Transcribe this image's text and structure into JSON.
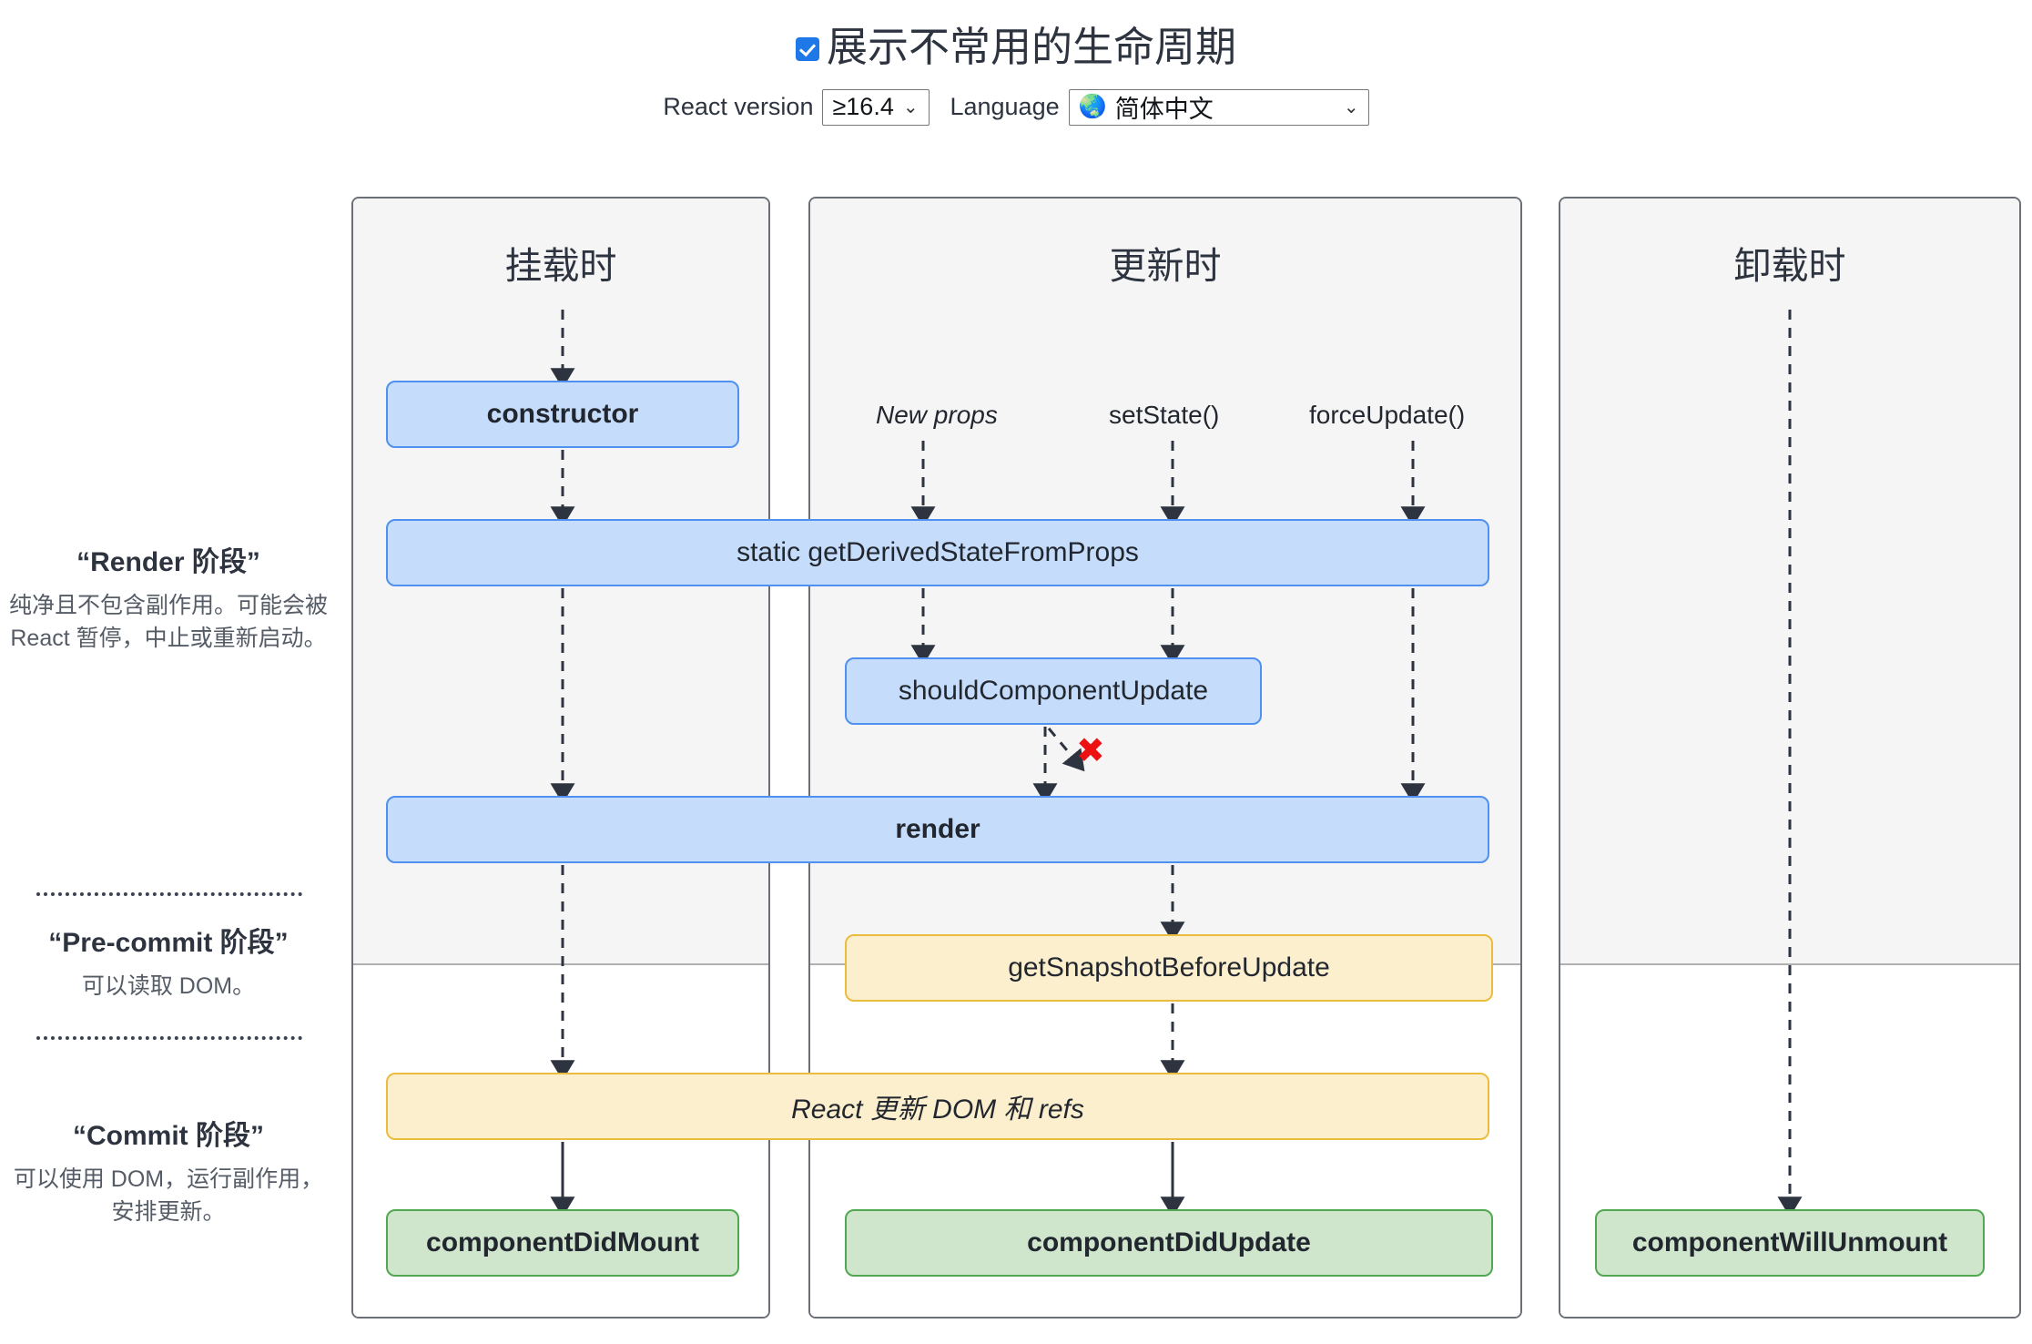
{
  "header": {
    "title": "展示不常用的生命周期",
    "checkbox_checked": true,
    "version_label": "React version",
    "version_value": "≥16.4",
    "language_label": "Language",
    "language_value": "简体中文",
    "globe_icon": "🌏",
    "caret_icon": "⌄"
  },
  "phases": [
    {
      "name": "“Render 阶段”",
      "desc": "纯净且不包含副作用。可能会被 React 暂停，中止或重新启动。"
    },
    {
      "name": "“Pre-commit 阶段”",
      "desc": "可以读取 DOM。"
    },
    {
      "name": "“Commit 阶段”",
      "desc": "可以使用 DOM，运行副作用，安排更新。"
    }
  ],
  "columns": [
    {
      "title": "挂载时"
    },
    {
      "title": "更新时"
    },
    {
      "title": "卸载时"
    }
  ],
  "triggers": [
    {
      "label": "New props"
    },
    {
      "label": "setState()"
    },
    {
      "label": "forceUpdate()"
    }
  ],
  "lifecycle": {
    "constructor": "constructor",
    "get_derived_state_from_props": "static getDerivedStateFromProps",
    "should_component_update": "shouldComponentUpdate",
    "render": "render",
    "get_snapshot_before_update": "getSnapshotBeforeUpdate",
    "react_updates_dom": "React 更新 DOM 和 refs",
    "component_did_mount": "componentDidMount",
    "component_did_update": "componentDidUpdate",
    "component_will_unmount": "componentWillUnmount"
  },
  "markers": {
    "skip_x": "✖"
  },
  "colors": {
    "blue_fill": "#c5dcfb",
    "blue_border": "#4f90f0",
    "yellow_fill": "#fcefcd",
    "yellow_border": "#ecbc3f",
    "green_fill": "#cfe6cd",
    "green_border": "#52a850",
    "panel_fill": "#f5f5f5",
    "panel_border": "#6b6f76",
    "checkbox_accent": "#1f78e8",
    "skip_red": "#ee1111"
  }
}
